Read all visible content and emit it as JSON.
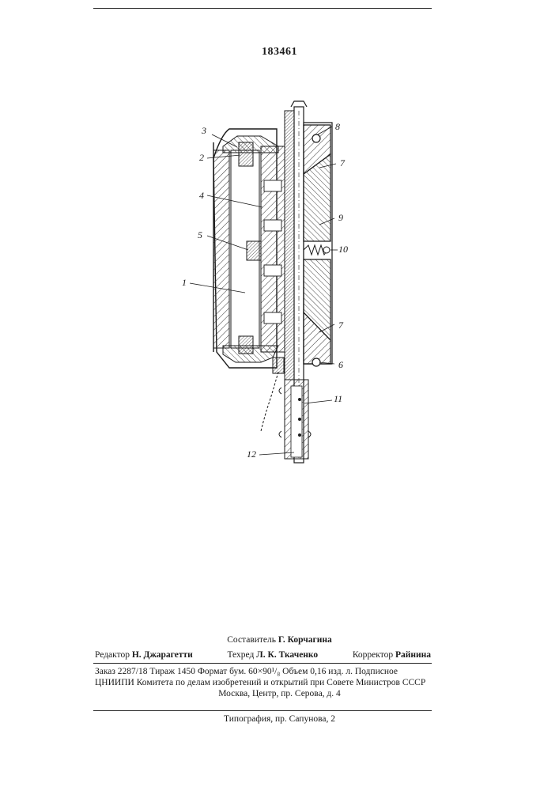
{
  "header": {
    "patent_number": "183461"
  },
  "figure": {
    "labels": [
      "1",
      "2",
      "3",
      "4",
      "5",
      "6",
      "6",
      "7",
      "7",
      "8",
      "9",
      "10",
      "11",
      "12"
    ]
  },
  "footer": {
    "compiler_prefix": "Составитель",
    "compiler_name": "Г. Корчагина",
    "editor_prefix": "Редактор",
    "editor_name": "Н. Джарагетти",
    "techred_prefix": "Техред",
    "techred_name": "Л. К. Ткаченко",
    "corrector_prefix": "Корректор",
    "corrector_name": "Райнина",
    "order_line": "Заказ 2287/18  Тираж 1450  Формат бум. 60×90¹/₈  Объем 0,16 изд. л.  Подписное",
    "org_line": "ЦНИИПИ Комитета по делам изобретений и открытий при Совете Министров СССР",
    "address_line": "Москва, Центр, пр. Серова, д. 4",
    "printing_line": "Типография, пр. Сапунова, 2"
  }
}
